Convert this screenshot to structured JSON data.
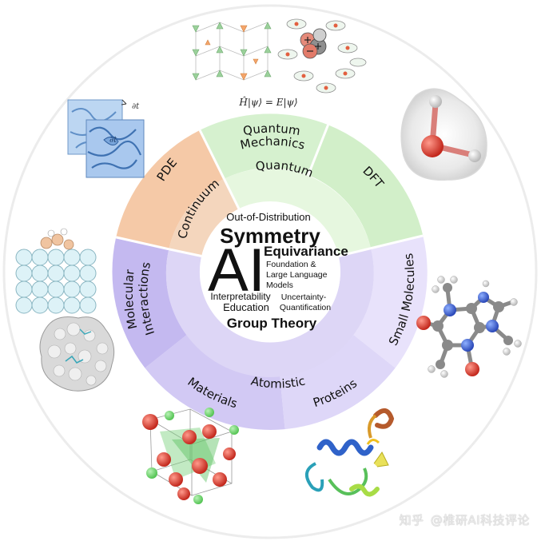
{
  "outer_sectors": {
    "pde": "PDE",
    "quantum_mechanics_line1": "Quantum",
    "quantum_mechanics_line2": "Mechanics",
    "dft": "DFT",
    "small_molecules": "Small Molecules",
    "proteins": "Proteins",
    "materials": "Materials",
    "molecular_interactions_line1": "Molecular",
    "molecular_interactions_line2": "Interactions"
  },
  "inner_sectors": {
    "continuum": "Continuum",
    "quantum": "Quantum",
    "atomistic": "Atomistic"
  },
  "core": {
    "ai": "AI",
    "out_of_distribution": "Out-of-Distribution",
    "symmetry": "Symmetry",
    "equivariance": "Equivariance",
    "foundation_line1": "Foundation &",
    "foundation_line2": "Large Language",
    "foundation_line3": "Models",
    "interpretability": "Interpretability",
    "uncertainty_line1": "Uncertainty-",
    "uncertainty_line2": "Quantification",
    "education": "Education",
    "group_theory": "Group Theory"
  },
  "equation": "Ĥ|ψ⟩ = E|ψ⟩",
  "pde_symbol": "∂t",
  "watermark": {
    "logo": "知乎",
    "text": "@椎研AI科技评论"
  },
  "colors": {
    "pde": "#f5c9a7",
    "continuum": "#f4d6bd",
    "quantum_outer": "#d6f1cf",
    "quantum_inner": "#e6f7df",
    "atomistic_outer": "#c9c1f0",
    "atomistic_inner": "#ddd6f6",
    "small_molecules": "#e8e2fb",
    "outer_ring": "#eeeeee"
  }
}
